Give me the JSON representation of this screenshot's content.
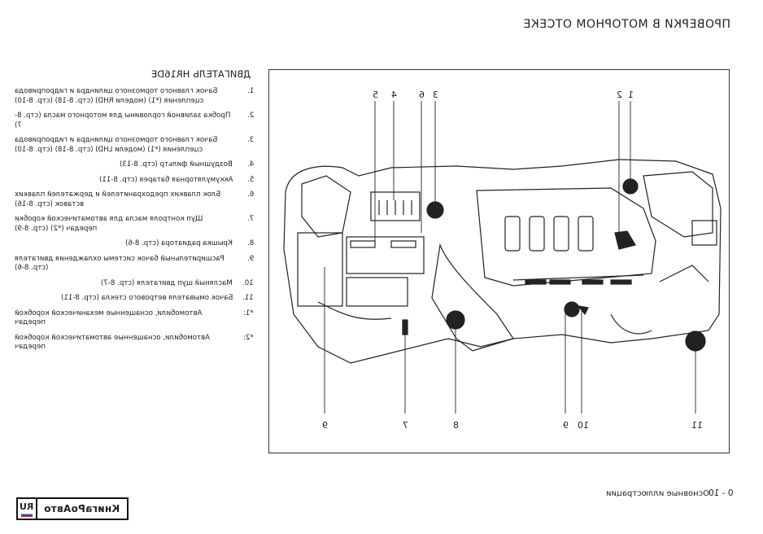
{
  "header": {
    "title": "ПРОВЕРКИ В МОТОРНОМ ОТСЕКЕ"
  },
  "section": {
    "title": "ДВИГАТЕЛЬ HR16DE"
  },
  "items": [
    {
      "num": "1.",
      "text": "Бачок главного тормозного цилиндра и гидропривода сцепления (*1) (модели RHD) (стр. 8-18) (стр. 8-10)"
    },
    {
      "num": "2.",
      "text": "Пробка заливной горловины для моторного масла (стр. 8-7)"
    },
    {
      "num": "3.",
      "text": "Бачок главного тормозного цилиндра и гидропривода сцепления (*1) (модели LHD) (стр. 8-18) (стр. 8-10)"
    },
    {
      "num": "4.",
      "text": "Воздушный фильтр (стр. 8-13)"
    },
    {
      "num": "5.",
      "text": "Аккумуляторная батарея (стр. 8-11)"
    },
    {
      "num": "6.",
      "text": "Блок плавких предохранителей и держателей плавких вставок (стр. 8-16)"
    },
    {
      "num": "7.",
      "text": "Щуп контроля масла для автоматической коробки передач (*2) (стр. 8-9)"
    },
    {
      "num": "8.",
      "text": "Крышка радиатора (стр. 8-6)"
    },
    {
      "num": "9.",
      "text": "Расширительный бачок системы охлаждения двигателя (стр. 8-6)"
    },
    {
      "num": "10.",
      "text": "Масляный щуп двигателя (стр. 8-7)"
    },
    {
      "num": "11.",
      "text": "Бачок омывателя ветрового стекла (стр. 8-11)"
    },
    {
      "num": "*1:",
      "text": "Автомобили, оснащенные механической коробкой передач"
    },
    {
      "num": "*2:",
      "text": "Автомобили, оснащенные автоматической коробкой передач"
    }
  ],
  "diagram": {
    "callouts": [
      "1",
      "2",
      "3",
      "4",
      "5",
      "6",
      "7",
      "8",
      "9",
      "10",
      "11"
    ]
  },
  "footer": {
    "section_label": "Основные иллюстрации",
    "page_number": "0 - 10"
  },
  "logo": {
    "brand": "КнигаРоАвто",
    "ru": "RU"
  },
  "colors": {
    "ink": "#222222",
    "frame": "#333333"
  }
}
